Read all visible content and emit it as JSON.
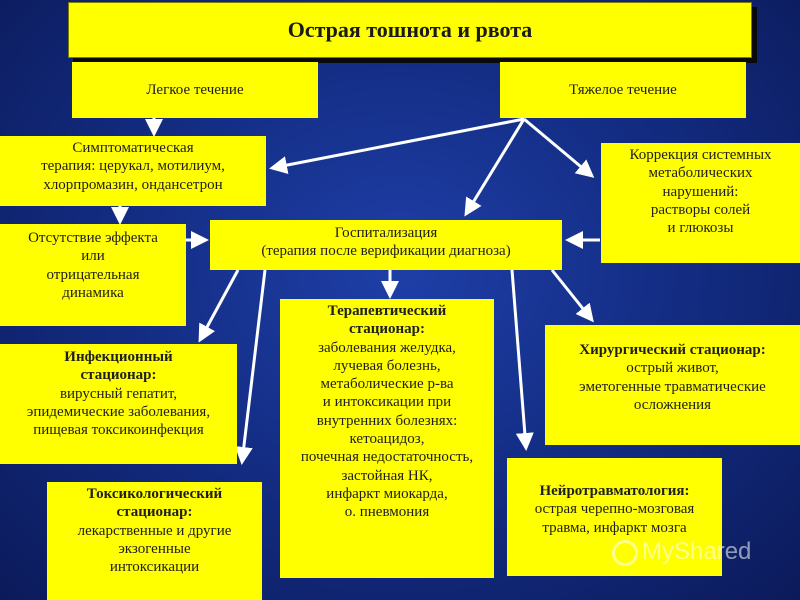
{
  "title": "Острая тошнота и рвота",
  "mild": "Легкое течение",
  "severe": "Тяжелое течение",
  "symptomatic": [
    "Симптоматическая",
    "терапия: церукал, мотилиум,",
    "хлорпромазин, ондансетрон"
  ],
  "correction": [
    "Коррекция системных",
    "метаболических",
    "нарушений:",
    "растворы солей",
    "и глюкозы"
  ],
  "no_effect": [
    "Отсутствие эффекта",
    "или",
    "отрицательная",
    "динамика"
  ],
  "hospitalization": [
    "Госпитализация",
    "(терапия после верификации диагноза)"
  ],
  "infectious": {
    "heading": [
      "Инфекционный",
      "стационар:"
    ],
    "items": [
      "вирусный гепатит,",
      "эпидемические заболевания,",
      "пищевая токсикоинфекция"
    ]
  },
  "therapeutic": {
    "heading": [
      "Терапевтический",
      "стационар:"
    ],
    "items": [
      "заболевания желудка,",
      "лучевая болезнь,",
      "метаболические р-ва",
      "и интоксикации при",
      "внутренних болезнях:",
      "кетоацидоз,",
      "почечная недостаточность,",
      "застойная НК,",
      "инфаркт миокарда,",
      "о. пневмония"
    ]
  },
  "surgical": {
    "heading": "Хирургический стационар:",
    "items": [
      "острый живот,",
      "эметогенные травматические",
      "осложнения"
    ]
  },
  "toxicological": {
    "heading": [
      "Токсикологический",
      "стационар:"
    ],
    "items": [
      "лекарственные и другие",
      "экзогенные",
      "интоксикации"
    ]
  },
  "neuro": {
    "heading": "Нейротравматология:",
    "items": [
      "острая черепно-мозговая",
      "травма, инфаркт мозга"
    ]
  },
  "watermark": "MyShared",
  "colors": {
    "box": "#ffff00",
    "background": "#142e86",
    "arrow": "#ffffff"
  }
}
